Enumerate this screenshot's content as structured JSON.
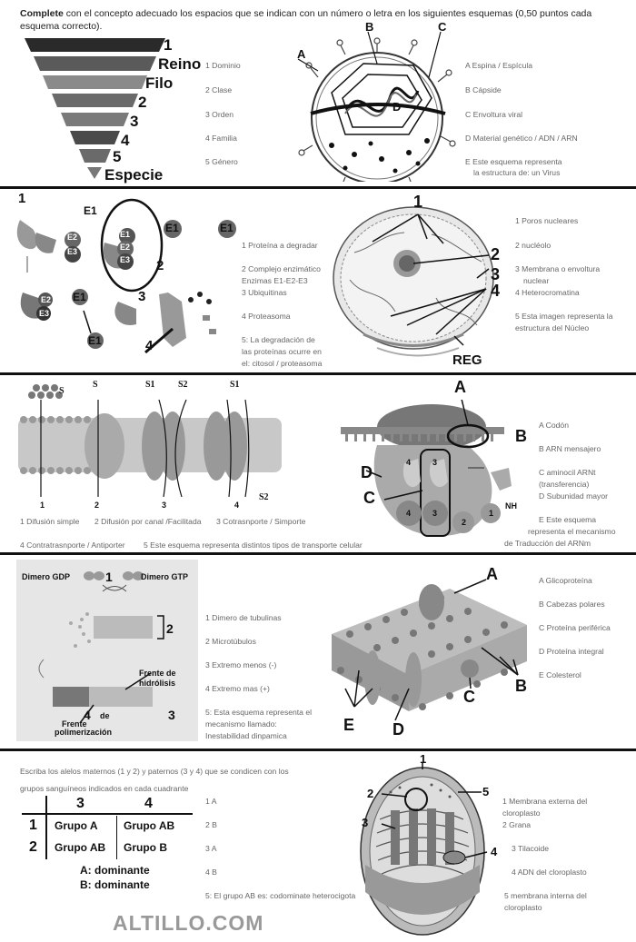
{
  "header": {
    "bold": "Complete",
    "rest": " con el concepto adecuado los espacios que se indican con un número o letra en los siguientes esquemas (0,50 puntos cada esquema correcto)."
  },
  "s1": {
    "pyr": [
      "1",
      "Reino",
      "Filo",
      "2",
      "3",
      "4",
      "5",
      "Especie"
    ],
    "ans": [
      "1 Dominio",
      "2 Clase",
      "3 Orden",
      "4 Familia",
      "5 Género"
    ],
    "virus_labels": [
      "A",
      "B",
      "C",
      "D"
    ],
    "virus_ans": [
      "A Espina / Espícula",
      "B Cápside",
      "C Envoltura viral",
      "D Material genético / ADN / ARN",
      "E Este esquema representa",
      "la estructura de: un Virus"
    ]
  },
  "s2": {
    "diag": [
      "1",
      "E1",
      "E2",
      "E3",
      "E1",
      "E2",
      "E3",
      "E1",
      "E1",
      "2",
      "E2",
      "E3",
      "E1",
      "E1",
      "3",
      "4"
    ],
    "ans": [
      "1 Proteína a degradar",
      "2 Complejo enzimático",
      "Enzimas E1-E2-E3",
      "3 Ubiquitinas",
      "4 Proteasoma",
      "5: La degradación de",
      "las proteínas ocurre en",
      "el: citosol / proteasoma"
    ],
    "nuc_labels": [
      "1",
      "2",
      "3",
      "4",
      "REG"
    ],
    "nuc_ans": [
      "1 Poros nucleares",
      "2 nucléolo",
      "3 Membrana o envoltura",
      "nuclear",
      "4 Heterocromatina",
      "5 Esta imagen representa la",
      "estructura del Núcleo"
    ]
  },
  "s3": {
    "mem_labels": [
      "S",
      "S",
      "S1",
      "S2",
      "S1",
      "S2",
      "1",
      "2",
      "3",
      "4"
    ],
    "ans1": [
      "1 Difusión simple",
      "2 Difusión por canal  /Facilitada",
      "3 Cotrasnporte / Simporte"
    ],
    "ans2": [
      "4 Contratrasnporte / Antiporter",
      "5  Este esquema representa distintos tipos de transporte celular"
    ],
    "rib_labels": [
      "A",
      "B",
      "D",
      "C",
      "4",
      "3",
      "4",
      "3",
      "2",
      "1",
      "NH"
    ],
    "rib_ans": [
      "A Codón",
      "B ARN mensajero",
      "C aminocil ARNt",
      "(transferencia)",
      "D Subunidad mayor",
      "E Este esquema",
      "representa el mecanismo",
      "de Traducción del ARNm"
    ]
  },
  "s4": {
    "labels": [
      "Dimero GDP",
      "1",
      "Dimero GTP",
      "2",
      "Frente de",
      "hidrólisis",
      "Frente",
      "de",
      "polimerización",
      "3",
      "4"
    ],
    "ans": [
      "1 Dimero de tubulinas",
      "2 Microtúbulos",
      "3 Extremo menos (-)",
      "4 Extremo mas (+)",
      "5: Esta esquema representa el",
      "mecanismo llamado:",
      "Inestabilidad dinpamica"
    ],
    "mem_labels": [
      "A",
      "B",
      "C",
      "D",
      "E"
    ],
    "mem_ans": [
      "A Glicoproteína",
      "B Cabezas polares",
      "C Proteína periférica",
      "D Proteína integral",
      "E Colesterol"
    ]
  },
  "s5": {
    "intro": [
      "Escriba los alelos maternos (1 y 2) y paternos (3 y 4) que se condicen con los",
      "grupos sanguíneos indicados en cada cuadrante"
    ],
    "table_cols": [
      "3",
      "4"
    ],
    "table_rows": [
      {
        "h": "1",
        "c": [
          "Grupo A",
          "Grupo AB"
        ]
      },
      {
        "h": "2",
        "c": [
          "Grupo AB",
          "Grupo B"
        ]
      }
    ],
    "dom": [
      "A: dominante",
      "B: dominante"
    ],
    "ans": [
      "1 A",
      "2 B",
      "3 A",
      "4 B",
      "5: El grupo AB es: codominate heterocigota"
    ],
    "chl_labels": [
      "1",
      "2",
      "5",
      "3",
      "4"
    ],
    "chl_ans": [
      "1 Membrana externa del",
      "cloroplasto",
      "2 Grana",
      "3 Tilacoide",
      "4 ADN del cloroplasto",
      "5 membrana interna del",
      "cloroplasto"
    ]
  },
  "footer": "ALTILLO.COM"
}
